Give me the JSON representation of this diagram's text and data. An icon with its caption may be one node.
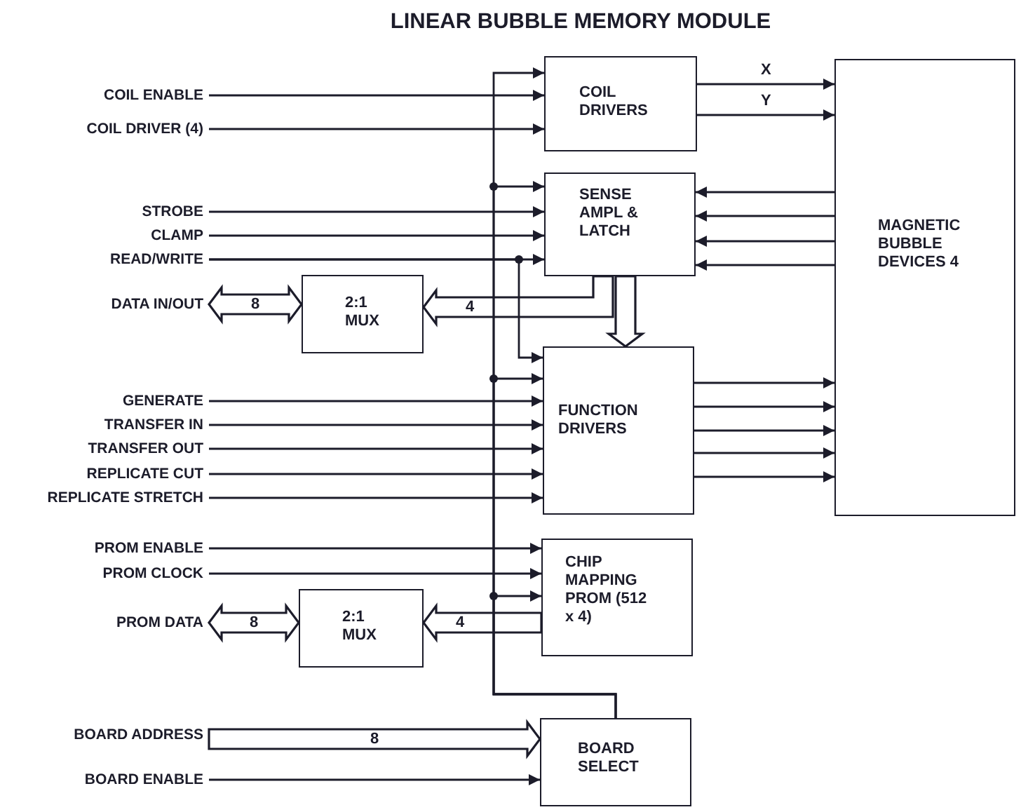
{
  "diagram": {
    "title": "LINEAR BUBBLE MEMORY MODULE",
    "nodes": [
      {
        "text": [
          "COIL ENABLE"
        ]
      },
      {
        "text": [
          "COIL DRIVER (4)"
        ]
      },
      {
        "text": [
          "STROBE"
        ]
      },
      {
        "text": [
          "CLAMP"
        ]
      },
      {
        "text": [
          "READ/WRITE"
        ]
      },
      {
        "text": [
          "DATA IN/OUT"
        ]
      },
      {
        "text": [
          "GENERATE"
        ]
      },
      {
        "text": [
          "TRANSFER IN"
        ]
      },
      {
        "text": [
          "TRANSFER OUT"
        ]
      },
      {
        "text": [
          "REPLICATE CUT"
        ]
      },
      {
        "text": [
          "REPLICATE STRETCH"
        ]
      },
      {
        "text": [
          "PROM ENABLE"
        ]
      },
      {
        "text": [
          "PROM CLOCK"
        ]
      },
      {
        "text": [
          "PROM DATA"
        ]
      },
      {
        "text": [
          "BOARD ADDRESS"
        ]
      },
      {
        "text": [
          "BOARD ENABLE"
        ]
      },
      {
        "text": [
          "COIL DRIVERS"
        ]
      },
      {
        "text": [
          "SENSE AMPL & LATCH"
        ]
      },
      {
        "text": [
          "2:1 MUX"
        ]
      },
      {
        "text": [
          "FUNCTION DRIVERS"
        ]
      },
      {
        "text": [
          "CHIP MAPPING PROM (512 x 4)"
        ]
      },
      {
        "text": [
          "2:1 MUX"
        ]
      },
      {
        "text": [
          "BOARD SELECT"
        ]
      },
      {
        "text": [
          "MAGNETIC BUBBLE DEVICES 4"
        ]
      }
    ],
    "edges": [
      {
        "from": 0,
        "to": 16,
        "arrow": "to"
      },
      {
        "from": 1,
        "to": 16,
        "arrow": "to"
      },
      {
        "from": 2,
        "to": 17,
        "arrow": "to"
      },
      {
        "from": 3,
        "to": 17,
        "arrow": "to"
      },
      {
        "from": 4,
        "to": 17,
        "arrow": "to"
      },
      {
        "from": 4,
        "to": 19,
        "arrow": "to"
      },
      {
        "from": 5,
        "to": 18,
        "arrow": "both",
        "label": "8",
        "style": "thick"
      },
      {
        "from": 17,
        "to": 18,
        "arrow": "to",
        "label": "4",
        "style": "thick"
      },
      {
        "from": 17,
        "to": 19,
        "arrow": "to",
        "style": "thick"
      },
      {
        "from": 6,
        "to": 19,
        "arrow": "to"
      },
      {
        "from": 7,
        "to": 19,
        "arrow": "to"
      },
      {
        "from": 8,
        "to": 19,
        "arrow": "to"
      },
      {
        "from": 9,
        "to": 19,
        "arrow": "to"
      },
      {
        "from": 10,
        "to": 19,
        "arrow": "to"
      },
      {
        "from": 11,
        "to": 20,
        "arrow": "to"
      },
      {
        "from": 12,
        "to": 20,
        "arrow": "to"
      },
      {
        "from": 13,
        "to": 21,
        "arrow": "both",
        "label": "8",
        "style": "thick"
      },
      {
        "from": 20,
        "to": 21,
        "arrow": "to",
        "label": "4",
        "style": "thick"
      },
      {
        "from": 14,
        "to": 22,
        "arrow": "to",
        "label": "8",
        "style": "thick"
      },
      {
        "from": 15,
        "to": 22,
        "arrow": "to"
      },
      {
        "from": 22,
        "to": 16,
        "arrow": "to"
      },
      {
        "from": 22,
        "to": 17,
        "arrow": "to"
      },
      {
        "from": 22,
        "to": 19,
        "arrow": "to"
      },
      {
        "from": 22,
        "to": 20,
        "arrow": "to"
      },
      {
        "from": 16,
        "to": 23,
        "arrow": "to",
        "label": "X"
      },
      {
        "from": 16,
        "to": 23,
        "arrow": "to",
        "label": "Y"
      },
      {
        "from": 23,
        "to": 17,
        "arrow": "to"
      },
      {
        "from": 23,
        "to": 17,
        "arrow": "to"
      },
      {
        "from": 23,
        "to": 17,
        "arrow": "to"
      },
      {
        "from": 23,
        "to": 17,
        "arrow": "to"
      },
      {
        "from": 19,
        "to": 23,
        "arrow": "to"
      },
      {
        "from": 19,
        "to": 23,
        "arrow": "to"
      },
      {
        "from": 19,
        "to": 23,
        "arrow": "to"
      },
      {
        "from": 19,
        "to": 23,
        "arrow": "to"
      },
      {
        "from": 19,
        "to": 23,
        "arrow": "to"
      }
    ]
  }
}
